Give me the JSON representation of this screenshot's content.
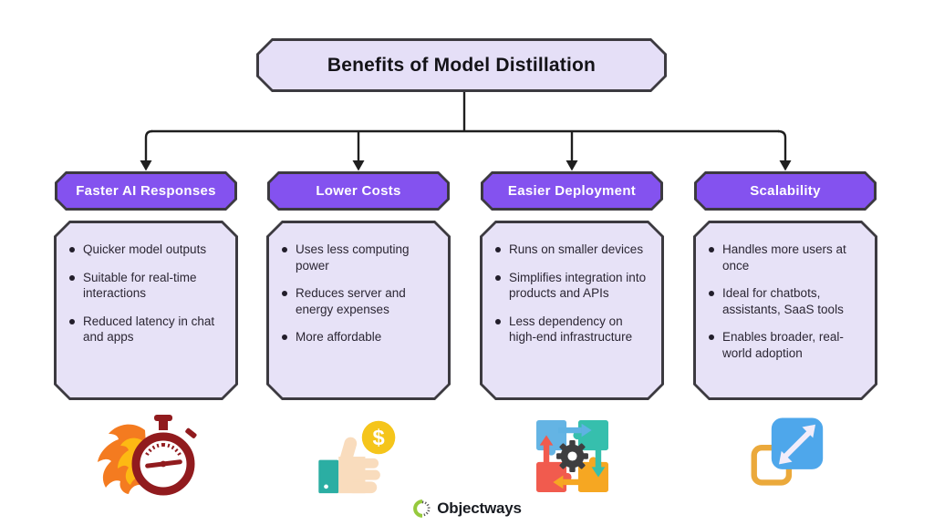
{
  "title": "Benefits of Model Distillation",
  "columns": [
    {
      "header": "Faster AI Responses",
      "bullets": [
        "Quicker model outputs",
        "Suitable for real-time interactions",
        "Reduced latency in chat and apps"
      ],
      "icon": "flaming-stopwatch"
    },
    {
      "header": "Lower Costs",
      "bullets": [
        "Uses less computing power",
        "Reduces server and energy expenses",
        "More affordable"
      ],
      "icon": "thumbs-up-dollar-coin"
    },
    {
      "header": "Easier Deployment",
      "bullets": [
        "Runs on smaller devices",
        "Simplifies integration into products and APIs",
        "Less dependency on high-end infrastructure"
      ],
      "icon": "puzzle-pieces-gear"
    },
    {
      "header": "Scalability",
      "bullets": [
        "Handles more users at once",
        "Ideal for chatbots, assistants, SaaS tools",
        "Enables broader, real-world adoption"
      ],
      "icon": "resize-arrow-squares"
    }
  ],
  "footer": {
    "brand": "Objectways"
  },
  "colors": {
    "header_purple": "#8452ef",
    "box_lavender": "#e7e2f7",
    "outline_dark": "#3c3a40",
    "connector": "#1f1f1f",
    "header_text": "#ffffff",
    "body_text": "#2b2633",
    "stopwatch_red": "#911b1e",
    "flame_orange": "#f47b20",
    "flame_yellow": "#fdb913",
    "coin_yellow": "#f5c51b",
    "cuff_teal": "#2baea3",
    "hand_skin": "#f9dcbd",
    "puzzle_blue": "#64b4e4",
    "puzzle_teal": "#36bfad",
    "puzzle_red": "#f15b4e",
    "puzzle_orange": "#f6a722",
    "gear_dark": "#3e3e40",
    "scale_blue": "#4ea7eb",
    "scale_yellow": "#eba93b",
    "logo_green": "#96c93d"
  }
}
